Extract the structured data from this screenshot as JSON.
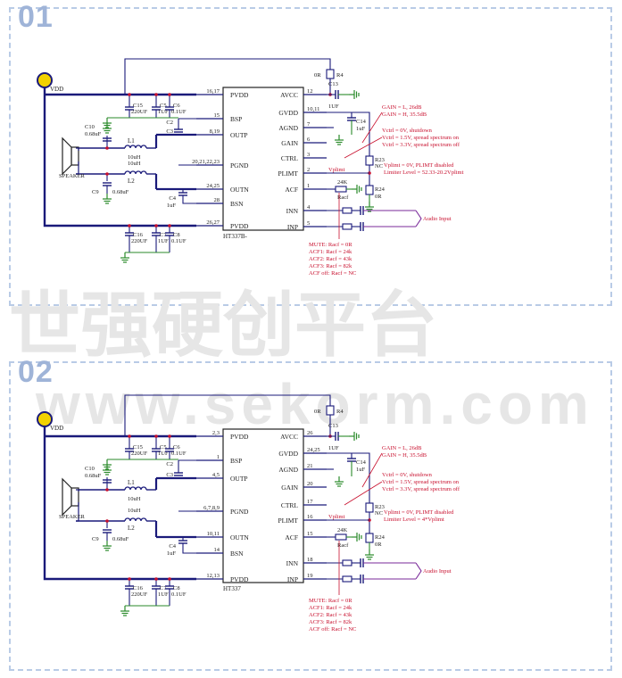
{
  "watermark": {
    "text1": "世强硬创平台",
    "text2": "www.sekorm.com"
  },
  "colors": {
    "wire": "#1a1a7a",
    "red": "#c8102e",
    "green": "#2a8a2a",
    "purple": "#7a2a9a",
    "yellow": "#f2d200",
    "panel_border": "#b9cbe6",
    "panel_number": "#9fb4d8"
  },
  "panels": [
    {
      "number": "01",
      "chip": "HT337B-",
      "vdd": "VDD",
      "left_pins": [
        "PVDD",
        "BSP",
        "OUTP",
        "PGND",
        "OUTN",
        "BSN",
        "PVDD"
      ],
      "left_nums": [
        "16,17",
        "15",
        "8,19",
        "20,21,22,23",
        "24,25",
        "28",
        "26,27"
      ],
      "right_pins": [
        "AVCC",
        "GVDD",
        "AGND",
        "GAIN",
        "CTRL",
        "PLIMT",
        "ACF",
        "INN",
        "INP"
      ],
      "right_nums": [
        "12",
        "10,11",
        "7",
        "6",
        "3",
        "2",
        "1",
        "4",
        "5"
      ],
      "parts": {
        "c15": "C15",
        "c15v": "220UF",
        "c5": "C5",
        "c5v": "1UF",
        "c6": "C6",
        "c6v": "0.1UF",
        "c10": "C10",
        "c10v": "0.68uF",
        "l1": "L1",
        "l1v": "10uH",
        "c2": "C2",
        "c3": "C3",
        "l2": "L2",
        "l2v": "10uH",
        "c9": "C9",
        "c9v": "0.68uF",
        "c4": "C4",
        "c4v": "1uF",
        "c16": "C16",
        "c16v": "220UF",
        "c7": "C7",
        "c7v": "1UF",
        "c8": "C8",
        "c8v": "0.1UF",
        "r4v": "0R",
        "r4": "R4",
        "c13": "C13",
        "c13v": "1UF",
        "c14": "C14",
        "c14v": "1uF",
        "r23": "R23",
        "r23v": "NC",
        "r24": "R24",
        "r24v": "0R",
        "racf": "24K",
        "racfl": "Racf",
        "speaker": "SPEAKER",
        "audio": "Audio Input"
      },
      "gain_notes": [
        "GAIN = L, 26dB",
        "GAIN = H, 35.5dB"
      ],
      "ctrl_notes": [
        "Vctrl = 0V, shutdown",
        "Vctrl = 1.5V, spread spectrum on",
        "Vctrl = 3.3V, spread spectrum off"
      ],
      "plimt_notes": [
        "Vplimt = 0V, PLIMT disabled",
        "Limiter Level = 52.33-20.2Vplimt"
      ],
      "vplimt": "Vplimt",
      "acf_notes": [
        "MUTE: Racf = 0R",
        "ACF1: Racf = 24k",
        "ACF2: Racf = 43k",
        "ACF3: Racf = 82k",
        "ACF off: Racf = NC"
      ]
    },
    {
      "number": "02",
      "chip": "HT337",
      "vdd": "VDD",
      "left_pins": [
        "PVDD",
        "BSP",
        "OUTP",
        "PGND",
        "OUTN",
        "BSN",
        "PVDD"
      ],
      "left_nums": [
        "2,3",
        "1",
        "4,5",
        "6,7,8,9",
        "10,11",
        "14",
        "12,13"
      ],
      "right_pins": [
        "AVCC",
        "GVDD",
        "AGND",
        "GAIN",
        "CTRL",
        "PLIMT",
        "ACF",
        "INN",
        "INP"
      ],
      "right_nums": [
        "26",
        "24,25",
        "21",
        "20",
        "17",
        "16",
        "15",
        "18",
        "19"
      ],
      "parts": {
        "c15": "C15",
        "c15v": "220UF",
        "c5": "C5",
        "c5v": "1UF",
        "c6": "C6",
        "c6v": "0.1UF",
        "c10": "C10",
        "c10v": "0.68uF",
        "l1": "L1",
        "l1v": "10uH",
        "c2": "C2",
        "c3": "C3",
        "l2": "L2",
        "l2v": "10uH",
        "c9": "C9",
        "c9v": "0.68uF",
        "c4": "C4",
        "c4v": "1uF",
        "c16": "C16",
        "c16v": "220UF",
        "c7": "C7",
        "c7v": "1UF",
        "c8": "C8",
        "c8v": "0.1UF",
        "r4v": "0R",
        "r4": "R4",
        "c13": "C13",
        "c13v": "1UF",
        "c14": "C14",
        "c14v": "1uF",
        "r23": "R23",
        "r23v": "NC",
        "r24": "R24",
        "r24v": "0R",
        "racf": "24K",
        "racfl": "Racf",
        "speaker": "SPEAKER",
        "audio": "Audio Input"
      },
      "gain_notes": [
        "GAIN = L, 26dB",
        "GAIN = H, 35.5dB"
      ],
      "ctrl_notes": [
        "Vctrl = 0V, shutdown",
        "Vctrl = 1.5V, spread spectrum on",
        "Vctrl = 3.3V, spread spectrum off"
      ],
      "plimt_notes": [
        "Vplimt = 0V, PLIMT disabled",
        "Limiter Level = 4*Vplimt"
      ],
      "vplimt": "Vplimt",
      "acf_notes": [
        "MUTE: Racf = 0R",
        "ACF1: Racf = 24k",
        "ACF2: Racf = 43k",
        "ACF3: Racf = 82k",
        "ACF off: Racf = NC"
      ]
    }
  ]
}
